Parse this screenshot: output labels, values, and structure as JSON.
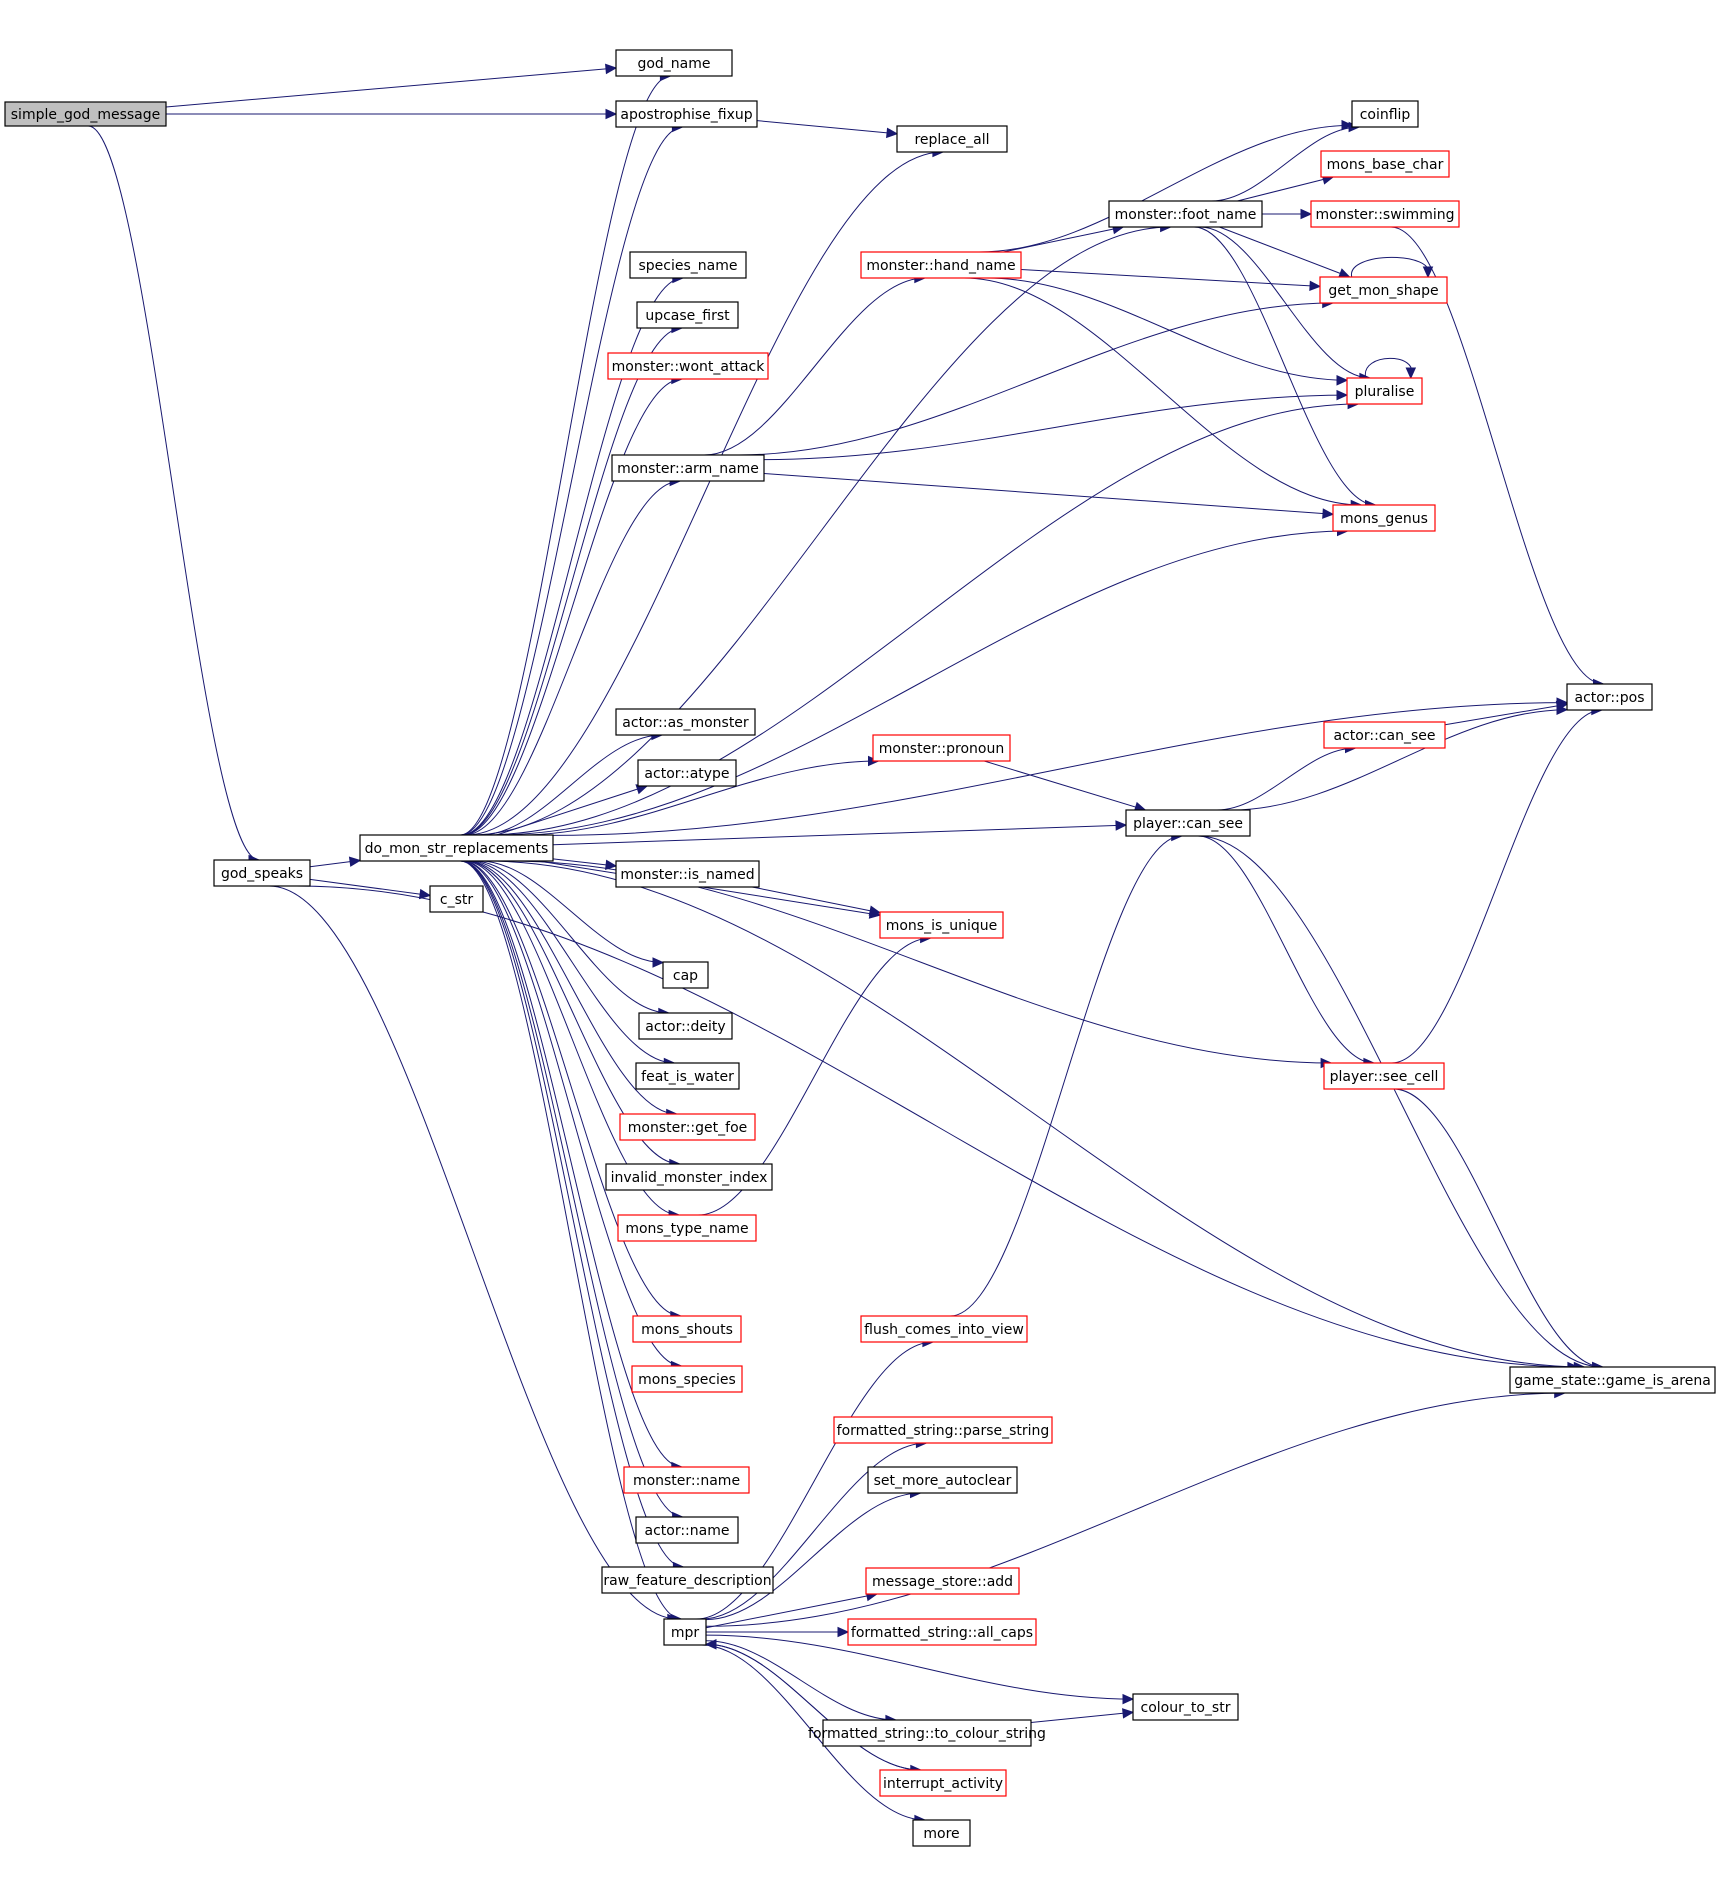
{
  "diagram": {
    "type": "call-graph",
    "colors": {
      "edge": "#191970",
      "root_fill": "#bfbfbf",
      "node_fill": "#ffffff",
      "node_border": "#000000",
      "truncated_border": "#ff0000"
    },
    "nodes": [
      {
        "id": "simple_god_message",
        "label": "simple_god_message",
        "style": "root"
      },
      {
        "id": "god_name",
        "label": "god_name",
        "style": "normal"
      },
      {
        "id": "apostrophise_fixup",
        "label": "apostrophise_fixup",
        "style": "normal"
      },
      {
        "id": "replace_all",
        "label": "replace_all",
        "style": "normal"
      },
      {
        "id": "coinflip",
        "label": "coinflip",
        "style": "normal"
      },
      {
        "id": "mons_base_char",
        "label": "mons_base_char",
        "style": "truncated"
      },
      {
        "id": "foot_name",
        "label": "monster::foot_name",
        "style": "normal"
      },
      {
        "id": "swimming",
        "label": "monster::swimming",
        "style": "truncated"
      },
      {
        "id": "species_name",
        "label": "species_name",
        "style": "normal"
      },
      {
        "id": "hand_name",
        "label": "monster::hand_name",
        "style": "truncated"
      },
      {
        "id": "get_mon_shape",
        "label": "get_mon_shape",
        "style": "truncated"
      },
      {
        "id": "upcase_first",
        "label": "upcase_first",
        "style": "normal"
      },
      {
        "id": "wont_attack",
        "label": "monster::wont_attack",
        "style": "truncated"
      },
      {
        "id": "pluralise",
        "label": "pluralise",
        "style": "truncated"
      },
      {
        "id": "arm_name",
        "label": "monster::arm_name",
        "style": "normal"
      },
      {
        "id": "mons_genus",
        "label": "mons_genus",
        "style": "truncated"
      },
      {
        "id": "actor_pos",
        "label": "actor::pos",
        "style": "normal"
      },
      {
        "id": "as_monster",
        "label": "actor::as_monster",
        "style": "normal"
      },
      {
        "id": "pronoun",
        "label": "monster::pronoun",
        "style": "truncated"
      },
      {
        "id": "actor_can_see",
        "label": "actor::can_see",
        "style": "truncated"
      },
      {
        "id": "atype",
        "label": "actor::atype",
        "style": "normal"
      },
      {
        "id": "player_can_see",
        "label": "player::can_see",
        "style": "normal"
      },
      {
        "id": "do_mon_str",
        "label": "do_mon_str_replacements",
        "style": "normal"
      },
      {
        "id": "god_speaks",
        "label": "god_speaks",
        "style": "normal"
      },
      {
        "id": "is_named",
        "label": "monster::is_named",
        "style": "normal"
      },
      {
        "id": "c_str",
        "label": "c_str",
        "style": "normal"
      },
      {
        "id": "mons_is_unique",
        "label": "mons_is_unique",
        "style": "truncated"
      },
      {
        "id": "cap",
        "label": "cap",
        "style": "normal"
      },
      {
        "id": "deity",
        "label": "actor::deity",
        "style": "normal"
      },
      {
        "id": "feat_is_water",
        "label": "feat_is_water",
        "style": "normal"
      },
      {
        "id": "see_cell",
        "label": "player::see_cell",
        "style": "truncated"
      },
      {
        "id": "get_foe",
        "label": "monster::get_foe",
        "style": "truncated"
      },
      {
        "id": "invalid_monster_index",
        "label": "invalid_monster_index",
        "style": "normal"
      },
      {
        "id": "mons_type_name",
        "label": "mons_type_name",
        "style": "truncated"
      },
      {
        "id": "mons_shouts",
        "label": "mons_shouts",
        "style": "truncated"
      },
      {
        "id": "flush_comes_into_view",
        "label": "flush_comes_into_view",
        "style": "truncated"
      },
      {
        "id": "mons_species",
        "label": "mons_species",
        "style": "truncated"
      },
      {
        "id": "game_is_arena",
        "label": "game_state::game_is_arena",
        "style": "normal"
      },
      {
        "id": "parse_string",
        "label": "formatted_string::parse_string",
        "style": "truncated"
      },
      {
        "id": "set_more_autoclear",
        "label": "set_more_autoclear",
        "style": "normal"
      },
      {
        "id": "monster_name",
        "label": "monster::name",
        "style": "truncated"
      },
      {
        "id": "actor_name",
        "label": "actor::name",
        "style": "normal"
      },
      {
        "id": "raw_feature_description",
        "label": "raw_feature_description",
        "style": "normal"
      },
      {
        "id": "message_store_add",
        "label": "message_store::add",
        "style": "truncated"
      },
      {
        "id": "mpr",
        "label": "mpr",
        "style": "normal"
      },
      {
        "id": "all_caps",
        "label": "formatted_string::all_caps",
        "style": "truncated"
      },
      {
        "id": "colour_to_str",
        "label": "colour_to_str",
        "style": "normal"
      },
      {
        "id": "to_colour_string",
        "label": "formatted_string::to_colour_string",
        "style": "normal"
      },
      {
        "id": "interrupt_activity",
        "label": "interrupt_activity",
        "style": "truncated"
      },
      {
        "id": "more",
        "label": "more",
        "style": "normal"
      }
    ],
    "edges": [
      {
        "from": "simple_god_message",
        "to": "god_name"
      },
      {
        "from": "simple_god_message",
        "to": "apostrophise_fixup"
      },
      {
        "from": "simple_god_message",
        "to": "god_speaks"
      },
      {
        "from": "apostrophise_fixup",
        "to": "replace_all"
      },
      {
        "from": "god_speaks",
        "to": "do_mon_str"
      },
      {
        "from": "god_speaks",
        "to": "c_str"
      },
      {
        "from": "god_speaks",
        "to": "mpr"
      },
      {
        "from": "god_speaks",
        "to": "game_is_arena"
      },
      {
        "from": "do_mon_str",
        "to": "god_name"
      },
      {
        "from": "do_mon_str",
        "to": "apostrophise_fixup"
      },
      {
        "from": "do_mon_str",
        "to": "replace_all"
      },
      {
        "from": "do_mon_str",
        "to": "foot_name"
      },
      {
        "from": "do_mon_str",
        "to": "species_name"
      },
      {
        "from": "do_mon_str",
        "to": "upcase_first"
      },
      {
        "from": "do_mon_str",
        "to": "wont_attack"
      },
      {
        "from": "do_mon_str",
        "to": "arm_name"
      },
      {
        "from": "do_mon_str",
        "to": "pluralise"
      },
      {
        "from": "do_mon_str",
        "to": "mons_genus"
      },
      {
        "from": "do_mon_str",
        "to": "actor_pos"
      },
      {
        "from": "do_mon_str",
        "to": "as_monster"
      },
      {
        "from": "do_mon_str",
        "to": "pronoun"
      },
      {
        "from": "do_mon_str",
        "to": "atype"
      },
      {
        "from": "do_mon_str",
        "to": "player_can_see"
      },
      {
        "from": "do_mon_str",
        "to": "is_named"
      },
      {
        "from": "do_mon_str",
        "to": "mons_is_unique"
      },
      {
        "from": "do_mon_str",
        "to": "cap"
      },
      {
        "from": "do_mon_str",
        "to": "deity"
      },
      {
        "from": "do_mon_str",
        "to": "feat_is_water"
      },
      {
        "from": "do_mon_str",
        "to": "get_foe"
      },
      {
        "from": "do_mon_str",
        "to": "invalid_monster_index"
      },
      {
        "from": "do_mon_str",
        "to": "mons_type_name"
      },
      {
        "from": "do_mon_str",
        "to": "see_cell"
      },
      {
        "from": "do_mon_str",
        "to": "mons_shouts"
      },
      {
        "from": "do_mon_str",
        "to": "mons_species"
      },
      {
        "from": "do_mon_str",
        "to": "game_is_arena"
      },
      {
        "from": "do_mon_str",
        "to": "monster_name"
      },
      {
        "from": "do_mon_str",
        "to": "actor_name"
      },
      {
        "from": "do_mon_str",
        "to": "raw_feature_description"
      },
      {
        "from": "do_mon_str",
        "to": "mpr"
      },
      {
        "from": "arm_name",
        "to": "hand_name"
      },
      {
        "from": "arm_name",
        "to": "get_mon_shape"
      },
      {
        "from": "arm_name",
        "to": "pluralise"
      },
      {
        "from": "arm_name",
        "to": "mons_genus"
      },
      {
        "from": "hand_name",
        "to": "coinflip"
      },
      {
        "from": "hand_name",
        "to": "foot_name"
      },
      {
        "from": "hand_name",
        "to": "get_mon_shape"
      },
      {
        "from": "hand_name",
        "to": "pluralise"
      },
      {
        "from": "hand_name",
        "to": "mons_genus"
      },
      {
        "from": "foot_name",
        "to": "coinflip"
      },
      {
        "from": "foot_name",
        "to": "mons_base_char"
      },
      {
        "from": "foot_name",
        "to": "swimming"
      },
      {
        "from": "foot_name",
        "to": "get_mon_shape"
      },
      {
        "from": "foot_name",
        "to": "pluralise"
      },
      {
        "from": "foot_name",
        "to": "mons_genus"
      },
      {
        "from": "swimming",
        "to": "actor_pos"
      },
      {
        "from": "get_mon_shape",
        "to": "get_mon_shape"
      },
      {
        "from": "pluralise",
        "to": "pluralise"
      },
      {
        "from": "pronoun",
        "to": "player_can_see"
      },
      {
        "from": "player_can_see",
        "to": "actor_can_see"
      },
      {
        "from": "player_can_see",
        "to": "actor_pos"
      },
      {
        "from": "player_can_see",
        "to": "see_cell"
      },
      {
        "from": "player_can_see",
        "to": "game_is_arena"
      },
      {
        "from": "actor_can_see",
        "to": "actor_pos"
      },
      {
        "from": "see_cell",
        "to": "actor_pos"
      },
      {
        "from": "see_cell",
        "to": "game_is_arena"
      },
      {
        "from": "is_named",
        "to": "mons_is_unique"
      },
      {
        "from": "mons_type_name",
        "to": "mons_is_unique"
      },
      {
        "from": "flush_comes_into_view",
        "to": "player_can_see"
      },
      {
        "from": "mpr",
        "to": "flush_comes_into_view"
      },
      {
        "from": "mpr",
        "to": "parse_string"
      },
      {
        "from": "mpr",
        "to": "set_more_autoclear"
      },
      {
        "from": "mpr",
        "to": "game_is_arena"
      },
      {
        "from": "mpr",
        "to": "message_store_add"
      },
      {
        "from": "mpr",
        "to": "all_caps"
      },
      {
        "from": "mpr",
        "to": "colour_to_str"
      },
      {
        "from": "mpr",
        "to": "to_colour_string"
      },
      {
        "from": "mpr",
        "to": "interrupt_activity"
      },
      {
        "from": "mpr",
        "to": "more"
      },
      {
        "from": "to_colour_string",
        "to": "colour_to_str"
      },
      {
        "from": "interrupt_activity",
        "to": "mpr"
      }
    ]
  }
}
